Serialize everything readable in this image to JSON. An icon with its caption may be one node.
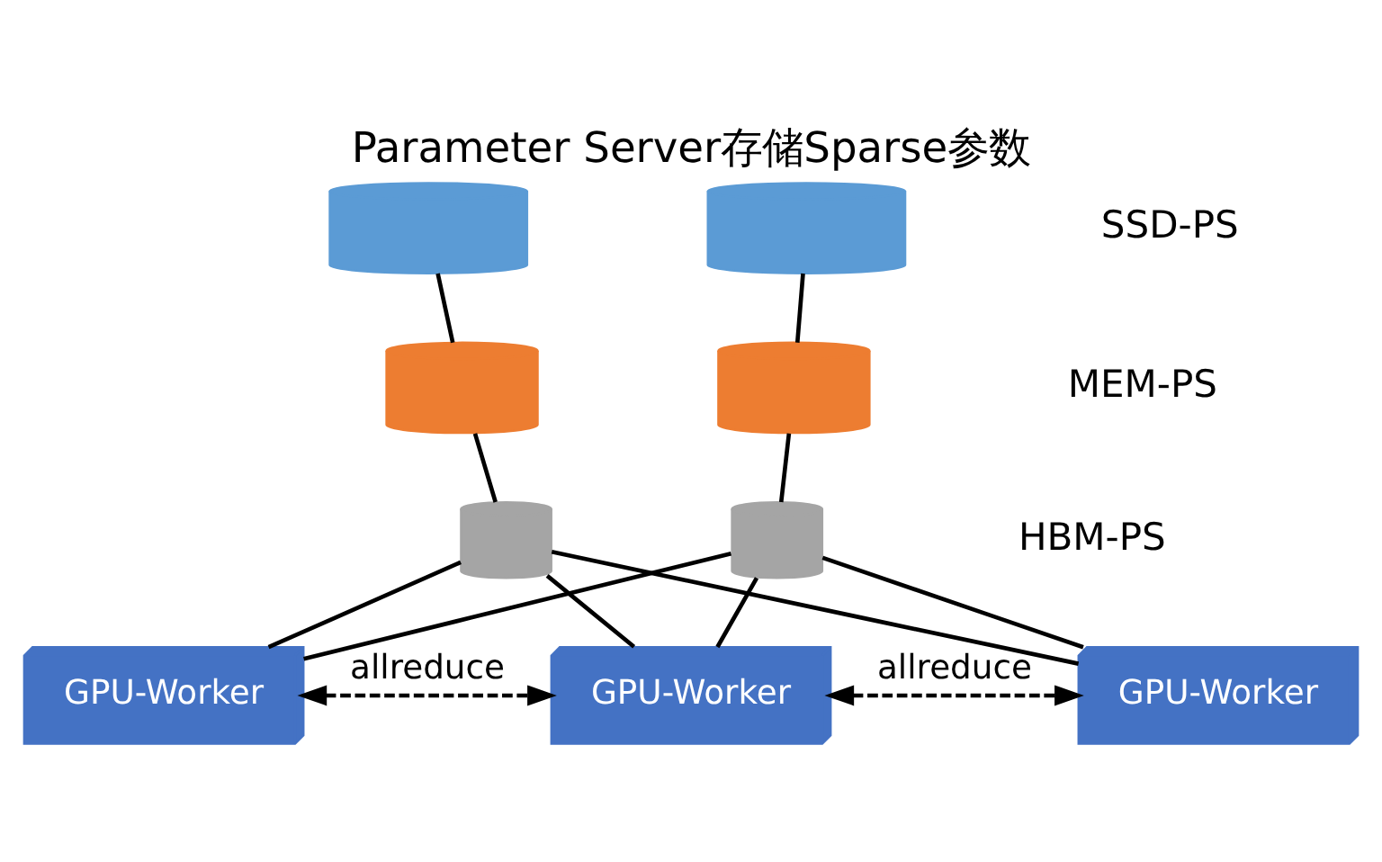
{
  "diagram": {
    "title": "Parameter Server存储Sparse参数",
    "nodes": [
      {
        "text": [],
        "shape": "cylinder"
      },
      {
        "text": [],
        "shape": "cylinder"
      },
      {
        "text": [],
        "shape": "cylinder"
      },
      {
        "text": [],
        "shape": "cylinder"
      },
      {
        "text": [],
        "shape": "cylinder"
      },
      {
        "text": [],
        "shape": "cylinder"
      },
      {
        "text": [
          "GPU-Worker"
        ]
      },
      {
        "text": [
          "GPU-Worker"
        ]
      },
      {
        "text": [
          "GPU-Worker"
        ]
      }
    ],
    "edges": [
      {
        "from": 0,
        "to": 2,
        "arrow": "none"
      },
      {
        "from": 2,
        "to": 4,
        "arrow": "none"
      },
      {
        "from": 1,
        "to": 3,
        "arrow": "none"
      },
      {
        "from": 3,
        "to": 5,
        "arrow": "none"
      },
      {
        "from": 4,
        "to": 6,
        "arrow": "none"
      },
      {
        "from": 4,
        "to": 7,
        "arrow": "none"
      },
      {
        "from": 4,
        "to": 8,
        "arrow": "none"
      },
      {
        "from": 5,
        "to": 6,
        "arrow": "none"
      },
      {
        "from": 5,
        "to": 7,
        "arrow": "none"
      },
      {
        "from": 5,
        "to": 8,
        "arrow": "none"
      },
      {
        "from": 6,
        "to": 7,
        "arrow": "both",
        "label": "allreduce",
        "style": "dashed"
      },
      {
        "from": 7,
        "to": 8,
        "arrow": "both",
        "label": "allreduce",
        "style": "dashed"
      }
    ],
    "labels": [
      "SSD-PS",
      "MEM-PS",
      "HBM-PS"
    ]
  }
}
